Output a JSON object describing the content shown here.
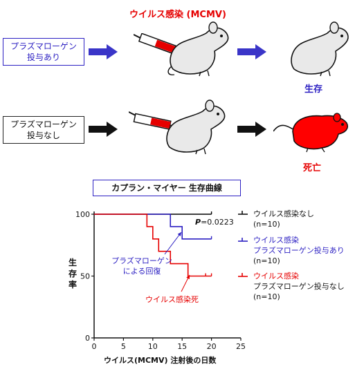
{
  "top_row": {
    "virus_label": "ウイルス感染 (MCMV)",
    "box_line1": "プラズマローゲン",
    "box_line2": "投与あり",
    "outcome": "生存"
  },
  "bottom_row": {
    "box_line1": "プラズマローゲン",
    "box_line2": "投与なし",
    "outcome": "死亡"
  },
  "km_title": "カプラン・マイヤー 生存曲線",
  "chart_data": {
    "type": "line",
    "title": "カプラン・マイヤー 生存曲線",
    "xlabel": "ウイルス(MCMV) 注射後の日数",
    "ylabel": "生存率",
    "xlim": [
      0,
      25
    ],
    "ylim": [
      0,
      100
    ],
    "xticks": [
      "0",
      "5",
      "10",
      "15",
      "20",
      "25"
    ],
    "yticks": [
      "0",
      "50",
      "100"
    ],
    "p_value_label": "P",
    "p_value_text": "=0.0223",
    "series": [
      {
        "name": "ウイルス感染なし",
        "n": "(n=10)",
        "color": "#000000",
        "x": [
          0,
          20
        ],
        "y": [
          100,
          100
        ]
      },
      {
        "name": "ウイルス感染 プラズマローゲン投与あり",
        "n": "(n=10)",
        "color": "#2b1fc2",
        "x": [
          0,
          13,
          13,
          15,
          15,
          20
        ],
        "y": [
          100,
          100,
          90,
          90,
          80,
          80
        ]
      },
      {
        "name": "ウイルス感染 プラズマローゲン投与なし",
        "n": "(n=10)",
        "color": "#e60000",
        "x": [
          0,
          9,
          9,
          10,
          10,
          11,
          11,
          13,
          13,
          14,
          14,
          15,
          15,
          16,
          16,
          20
        ],
        "y": [
          100,
          100,
          90,
          90,
          80,
          80,
          70,
          70,
          60,
          60,
          60,
          60,
          60,
          60,
          50,
          50
        ]
      }
    ],
    "annotations": [
      {
        "text_line1": "プラズマローゲン",
        "text_line2": "による回復",
        "color": "#2b1fc2"
      },
      {
        "text": "ウイルス感染死",
        "color": "#e60000"
      }
    ]
  },
  "legend": [
    {
      "line1": "ウイルス感染なし",
      "line2": "",
      "n": "(n=10)"
    },
    {
      "line1": "ウイルス感染",
      "line2": "プラズマローゲン投与あり",
      "n": "(n=10)"
    },
    {
      "line1": "ウイルス感染",
      "line2": "プラズマローゲン投与なし",
      "n": "(n=10)"
    }
  ],
  "colors": {
    "blue": "#2b1fc2",
    "red": "#e60000",
    "black": "#000000"
  },
  "icons": [
    "mouse-icon",
    "syringe-icon",
    "arrow-right-icon"
  ]
}
